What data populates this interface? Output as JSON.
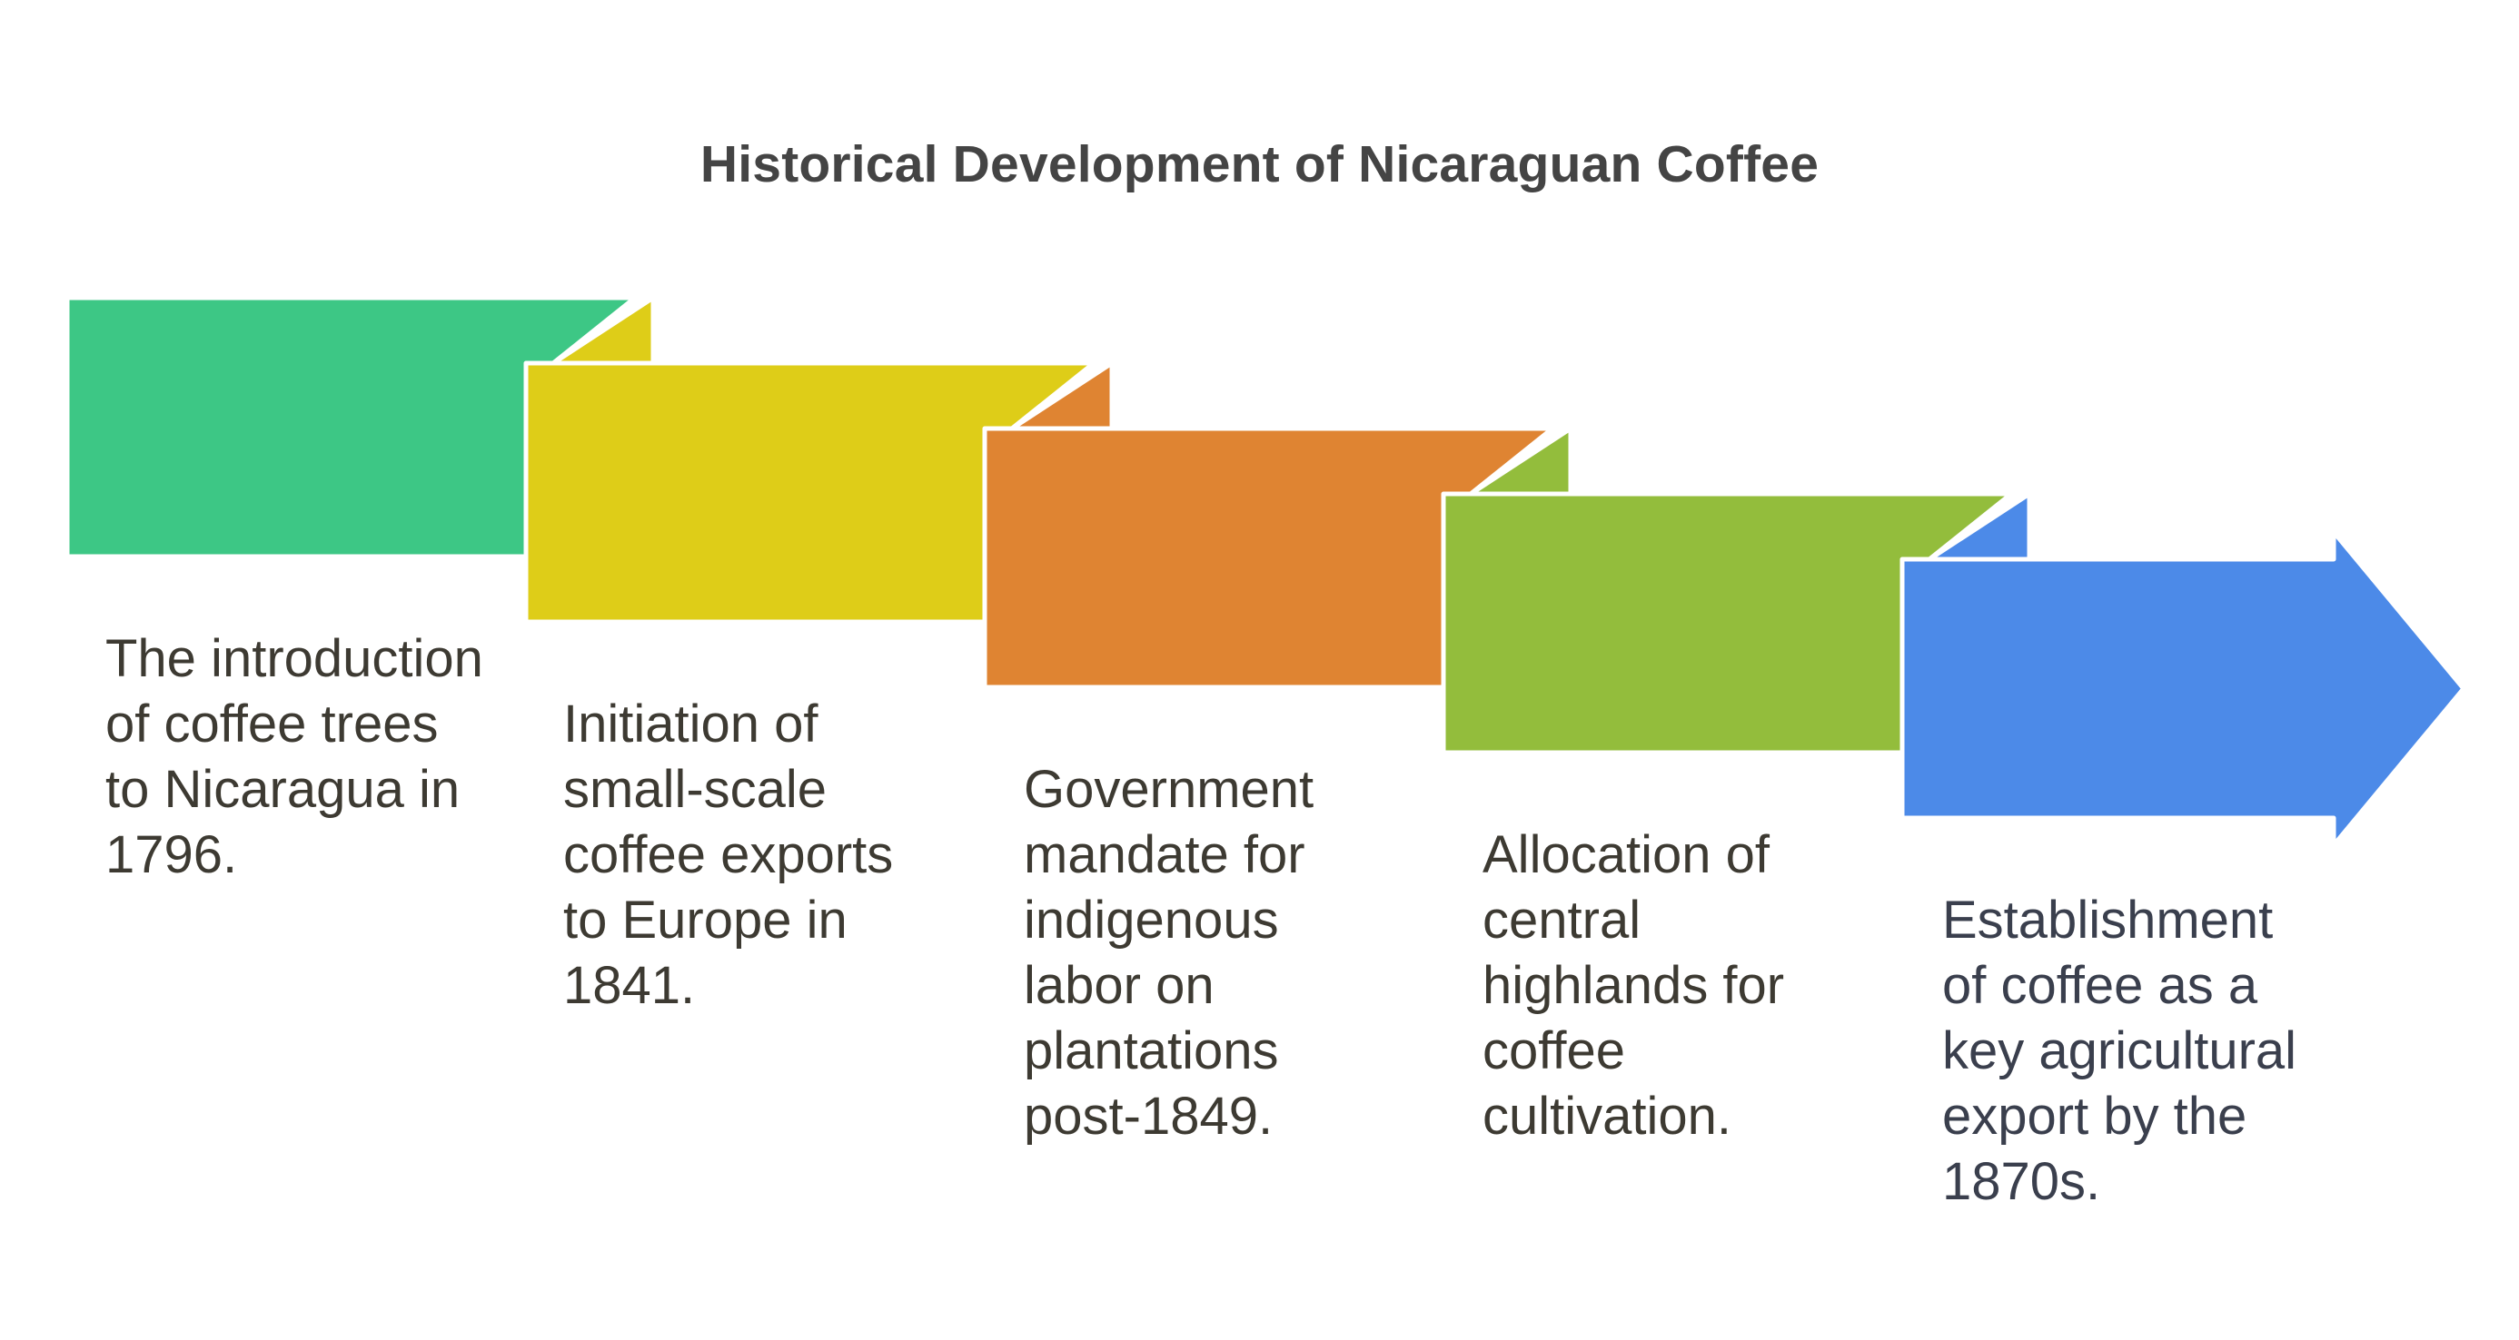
{
  "title": "Historical Development of Nicaraguan Coffee",
  "steps": [
    {
      "text": "The introduction of coffee trees to Nicaragua in 1796.",
      "color": "#3DC785"
    },
    {
      "text": "Initiation of small-scale coffee exports to Europe in 1841.",
      "color": "#DECD18"
    },
    {
      "text": "Government mandate for indigenous labor on plantations post-1849.",
      "color": "#DF8432"
    },
    {
      "text": "Allocation of central highlands for coffee cultivation.",
      "color": "#93BD3C"
    },
    {
      "text": "Establishment of coffee as a key agricultural export by the 1870s.",
      "color": "#4C8AE8"
    }
  ]
}
